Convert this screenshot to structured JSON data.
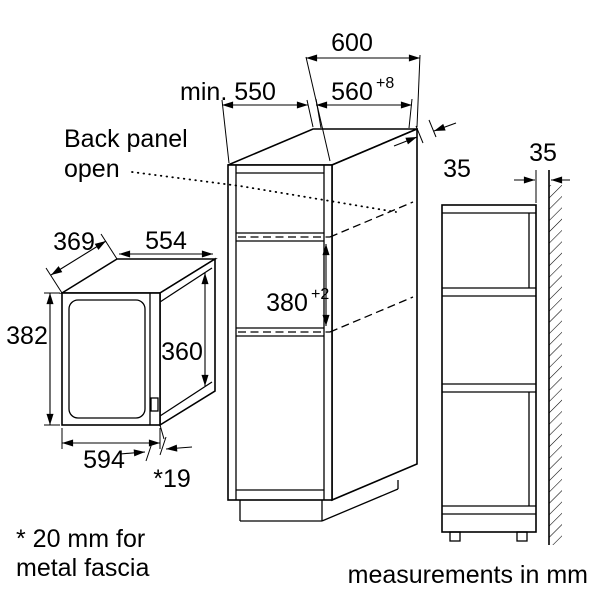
{
  "notes": {
    "back_panel_line1": "Back panel",
    "back_panel_line2": "open",
    "footnote_line1": "* 20 mm for",
    "footnote_line2": "metal fascia",
    "units": "measurements in mm"
  },
  "dimensions": {
    "cabinet_depth": "600",
    "min_depth": "min. 550",
    "niche_width": "560",
    "niche_width_tol": "+8",
    "niche_height": "380",
    "niche_height_tol": "+2",
    "rear_top_clearance": "35",
    "rear_wall_clearance": "35",
    "oven_depth": "369",
    "oven_body_width": "554",
    "oven_front_height": "382",
    "oven_body_height": "360",
    "oven_front_width": "594",
    "fascia_depth": "*19"
  },
  "colors": {
    "line": "#000000",
    "background": "#ffffff"
  }
}
